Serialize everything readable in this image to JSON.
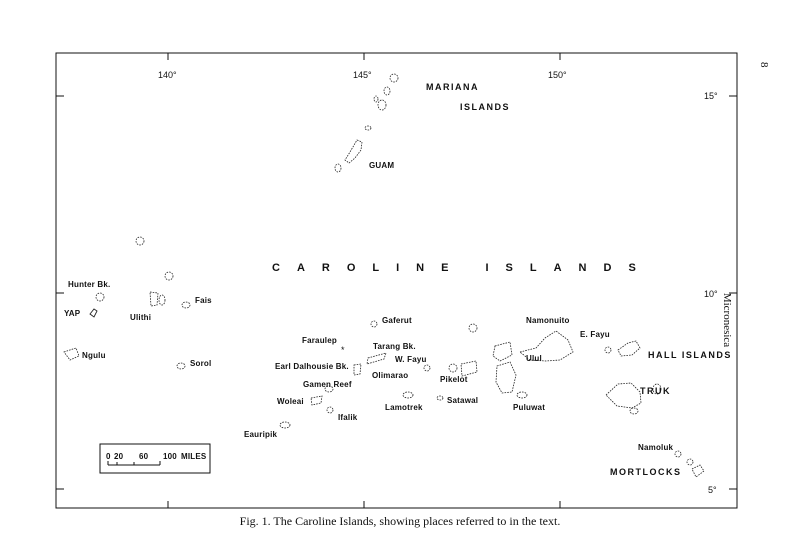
{
  "longitude_labels": [
    "140°",
    "145°",
    "150°"
  ],
  "latitude_labels": [
    "15°",
    "10°",
    "5°"
  ],
  "region_labels": {
    "mariana": "MARIANA",
    "mariana_islands": "ISLANDS",
    "caroline": "CAROLINE ISLANDS",
    "hall_islands": "HALL ISLANDS",
    "truk": "TRUK",
    "mortlocks": "MORTLOCKS"
  },
  "place_labels": [
    "GUAM",
    "Hunter Bk.",
    "YAP",
    "Ulithi",
    "Fais",
    "Ngulu",
    "Sorol",
    "Faraulep",
    "Gaferut",
    "Tarang Bk.",
    "W. Fayu",
    "Earl Dalhousie Bk.",
    "Olimarao",
    "Pikelot",
    "Gamen Reef",
    "Woleai",
    "Ifalik",
    "Lamotrek",
    "Satawal",
    "Eauripik",
    "Namonuito",
    "E. Fayu",
    "Ulul",
    "Puluwat",
    "Namoluk"
  ],
  "scale_bar": {
    "ticks": [
      "0",
      "20",
      "60",
      "100"
    ],
    "unit": "MILES"
  },
  "caption": "Fig. 1. The Caroline Islands, showing places referred to in the text.",
  "side_label": "Micronesica",
  "page_number": "8"
}
